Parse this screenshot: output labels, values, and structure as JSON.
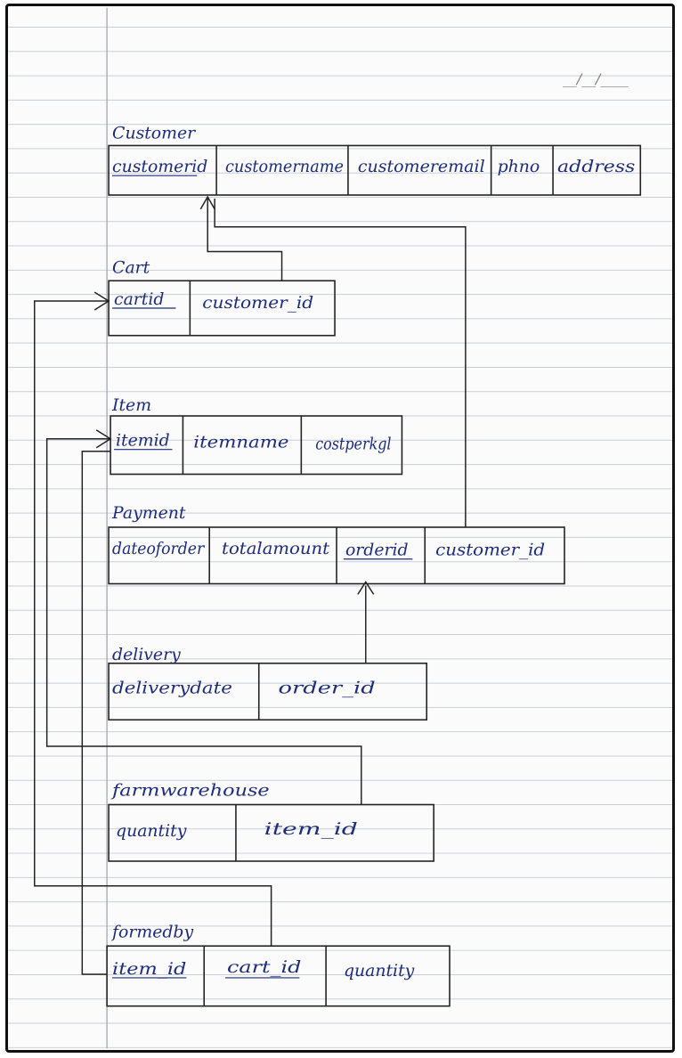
{
  "date_blank": "__/__/____",
  "tables": [
    {
      "name": "Customer",
      "fields": [
        "customerid",
        "customername",
        "customeremail",
        "phno",
        "address"
      ]
    },
    {
      "name": "Cart",
      "fields": [
        "cartid",
        "customer_id"
      ]
    },
    {
      "name": "Item",
      "fields": [
        "itemid",
        "itemname",
        "costperkgl"
      ]
    },
    {
      "name": "Payment",
      "fields": [
        "dateoforder",
        "totalamount",
        "orderid",
        "customer_id"
      ]
    },
    {
      "name": "delivery",
      "fields": [
        "deliverydate",
        "order_id"
      ]
    },
    {
      "name": "farmwarehouse",
      "fields": [
        "quantity",
        "item_id"
      ]
    },
    {
      "name": "formedby",
      "fields": [
        "item_id",
        "cart_id",
        "quantity"
      ]
    }
  ]
}
